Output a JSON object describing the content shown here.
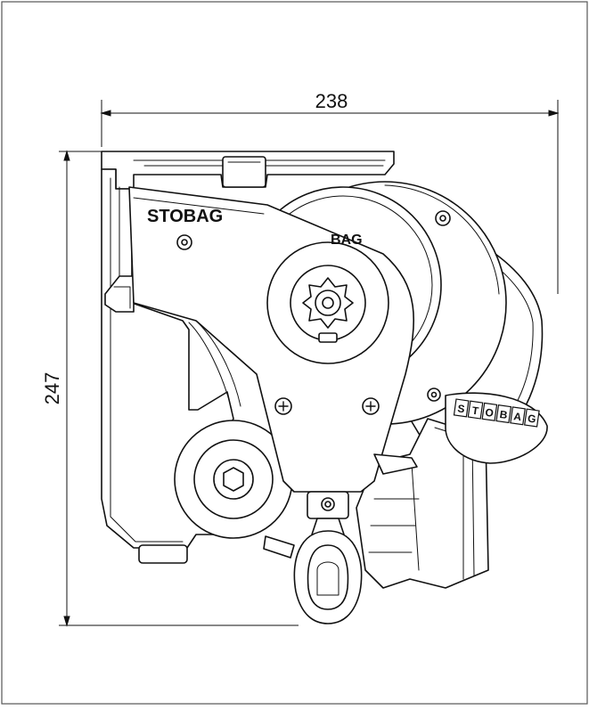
{
  "drawing": {
    "width_dimension": "238",
    "height_dimension": "247",
    "brand_main": "STOBAG",
    "brand_behind": "BAG",
    "brand_letters": [
      "S",
      "T",
      "O",
      "B",
      "A",
      "G"
    ]
  },
  "colors": {
    "line": "#111111",
    "fill": "#ffffff",
    "border": "#444444"
  }
}
